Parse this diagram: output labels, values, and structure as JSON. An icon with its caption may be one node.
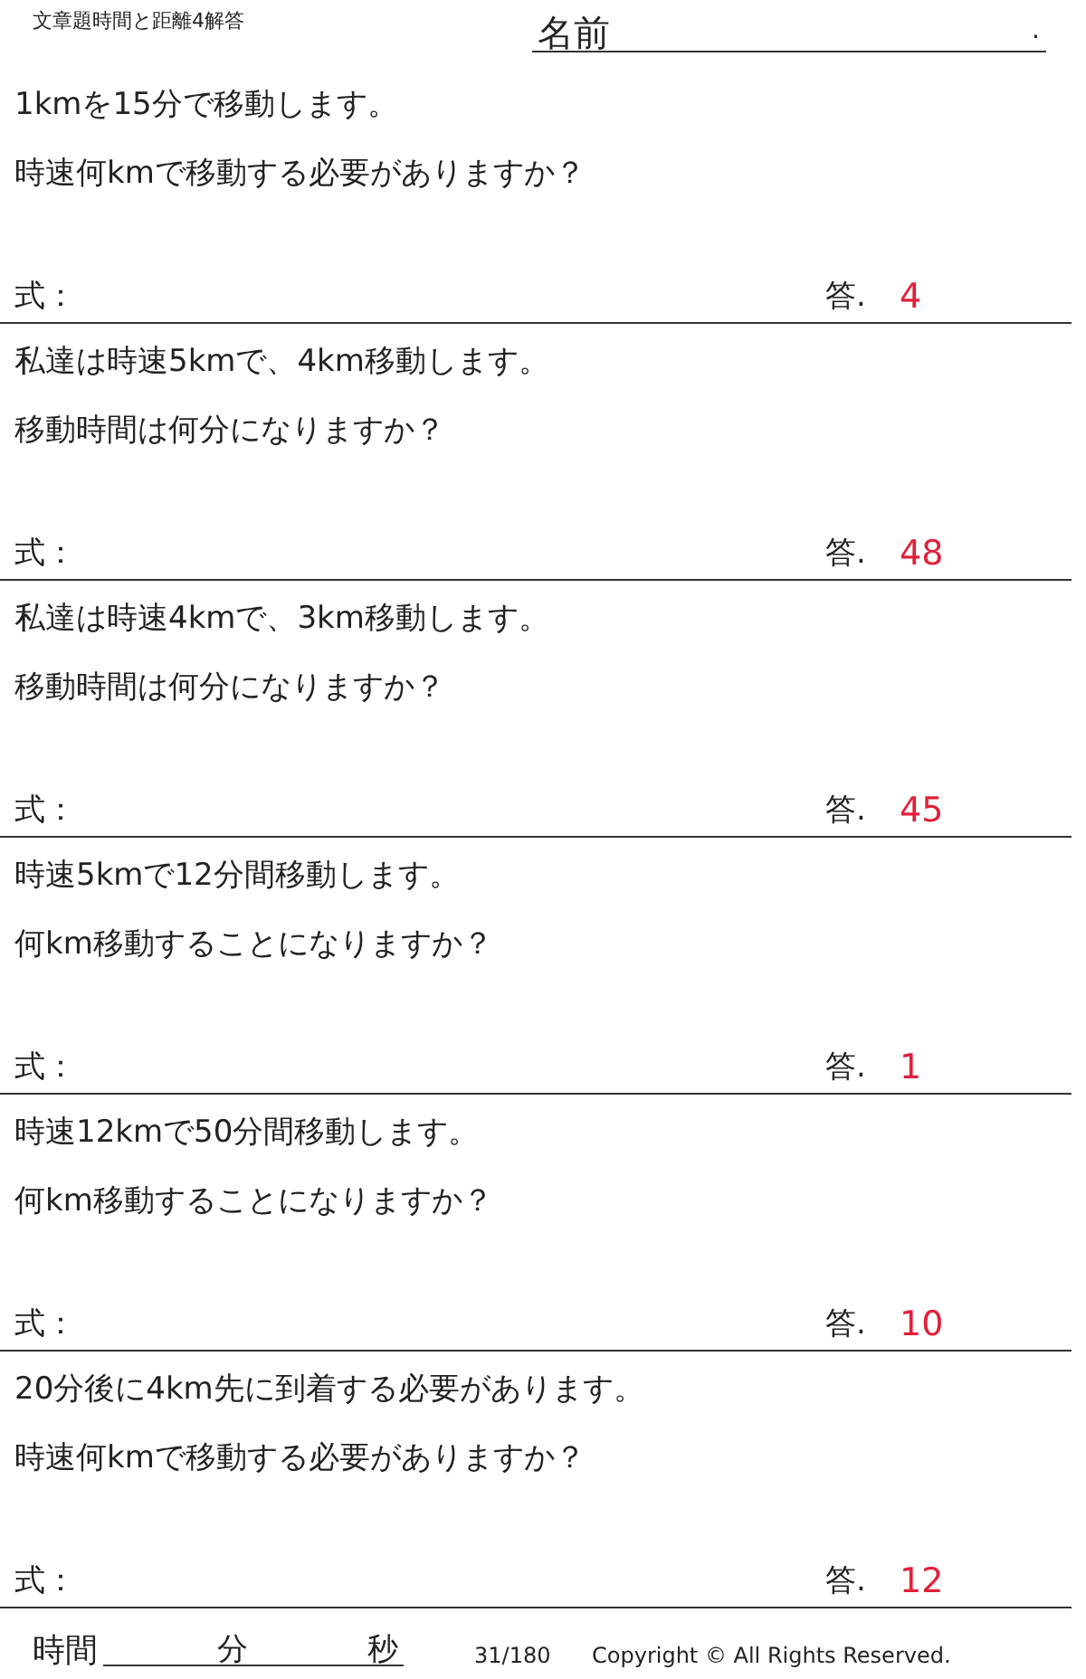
{
  "diagram": {
    "title": "文章題時間と距離4解答",
    "labels": [
      "名前",
      ".",
      "1kmを15分で移動します。",
      "時速何kmで移動する必要がありますか？",
      "式：",
      "答.",
      "4",
      "私達は時速5kmで、4km移動します。",
      "移動時間は何分になりますか？",
      "式：",
      "答.",
      "48",
      "私達は時速4kmで、3km移動します。",
      "移動時間は何分になりますか？",
      "式：",
      "答.",
      "45",
      "時速5kmで12分間移動します。",
      "何km移動することになりますか？",
      "式：",
      "答.",
      "1",
      "時速12kmで50分間移動します。",
      "何km移動することになりますか？",
      "式：",
      "答.",
      "10",
      "20分後に4km先に到着する必要があります。",
      "時速何kmで移動する必要がありますか？",
      "式：",
      "答.",
      "12",
      "時間",
      "分",
      "秒",
      "31/180",
      "Copyright © All Rights Reserved."
    ]
  }
}
